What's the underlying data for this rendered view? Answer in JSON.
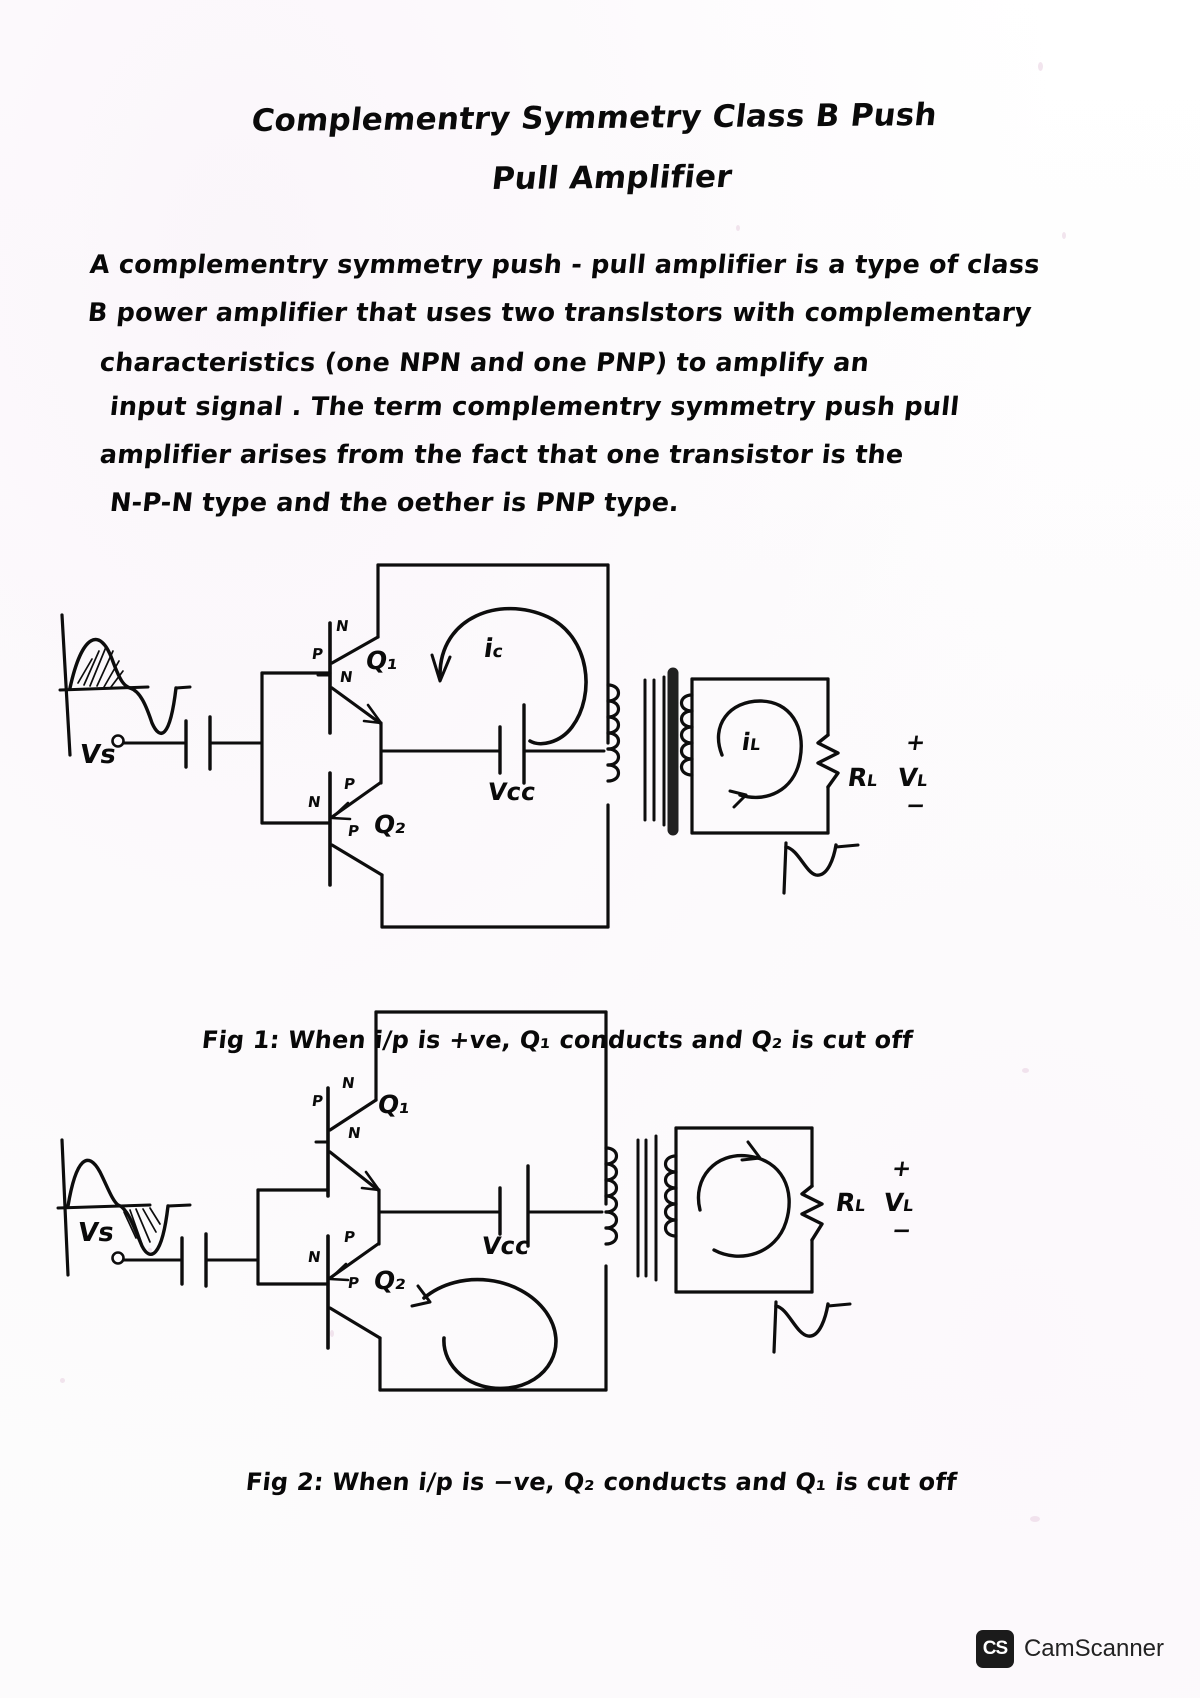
{
  "document": {
    "type": "handwritten-notes-scan",
    "title_lines": [
      "Complementry Symmetry  Class B   Push",
      "Pull Amplifier"
    ],
    "body_lines": [
      "A complementry symmetry push - pull amplifier  is a type of class",
      "B power amplifier that uses two translstors with complementary",
      "characteristics (one  NPN and one  PNP) to amplify an",
      "input signal . The term complementry symmetry push pull",
      "amplifier arises from the fact that one transistor is the",
      "N-P-N type and the oether is PNP type."
    ]
  },
  "figure1": {
    "caption": "Fig 1: When i/p is +ve, Q₁ conducts and Q₂ is cut off",
    "labels": {
      "source": "Vs",
      "transistor_top": "Q₁",
      "transistor_bottom": "Q₂",
      "supply": "Vcc",
      "collector_current": "i",
      "collector_current_sub": "c",
      "load_current": "i",
      "load_current_sub": "L",
      "load_resistor": "R",
      "load_resistor_sub": "L",
      "load_voltage": "V",
      "load_voltage_sub": "L",
      "polarity_plus": "+",
      "polarity_minus": "−",
      "q1_layers": [
        "N",
        "P",
        "N"
      ],
      "q2_layers": [
        "P",
        "N",
        "P"
      ]
    }
  },
  "figure2": {
    "caption": "Fig 2: When i/p is −ve, Q₂ conducts and Q₁ is cut off",
    "labels": {
      "source": "Vs",
      "transistor_top": "Q₁",
      "transistor_bottom": "Q₂",
      "supply": "Vcc",
      "load_resistor": "R",
      "load_resistor_sub": "L",
      "load_voltage": "V",
      "load_voltage_sub": "L",
      "polarity_plus": "+",
      "polarity_minus": "−",
      "q1_layers": [
        "N",
        "P",
        "N"
      ],
      "q2_layers": [
        "P",
        "N",
        "P"
      ]
    }
  },
  "watermark": {
    "badge": "CS",
    "label": "CamScanner"
  },
  "colors": {
    "ink": "#0d0d0d",
    "paper": "#ffffff",
    "speck": "#e8cfe0"
  }
}
